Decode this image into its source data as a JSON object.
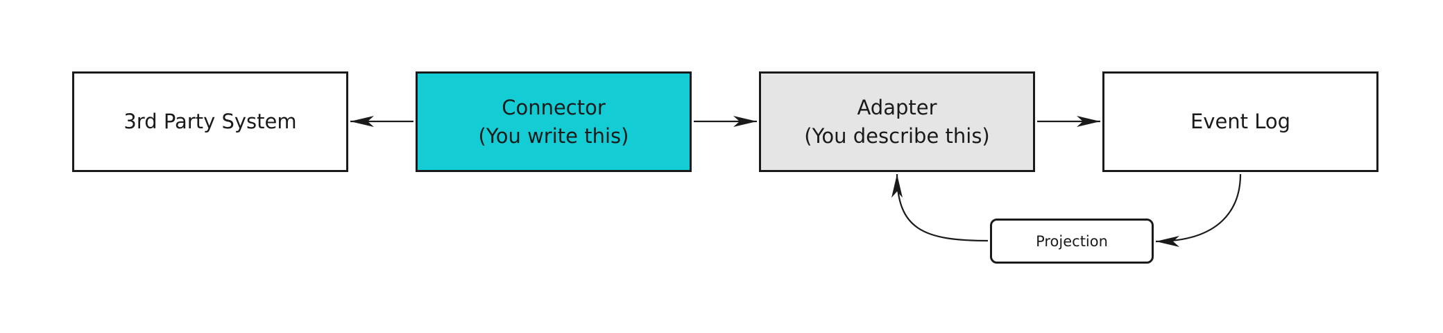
{
  "colors": {
    "connector_fill": "#14ccd4",
    "adapter_fill": "#e5e5e5",
    "default_fill": "#ffffff",
    "stroke": "#1a1a1a"
  },
  "nodes": {
    "third_party": {
      "label": "3rd Party System"
    },
    "connector": {
      "label": "Connector",
      "sublabel": "(You write this)"
    },
    "adapter": {
      "label": "Adapter",
      "sublabel": "(You describe this)"
    },
    "event_log": {
      "label": "Event Log"
    },
    "projection": {
      "label": "Projection"
    }
  },
  "edges": [
    {
      "from": "connector",
      "to": "third_party"
    },
    {
      "from": "connector",
      "to": "adapter"
    },
    {
      "from": "adapter",
      "to": "event_log"
    },
    {
      "from": "event_log",
      "to": "projection"
    },
    {
      "from": "projection",
      "to": "adapter"
    }
  ]
}
